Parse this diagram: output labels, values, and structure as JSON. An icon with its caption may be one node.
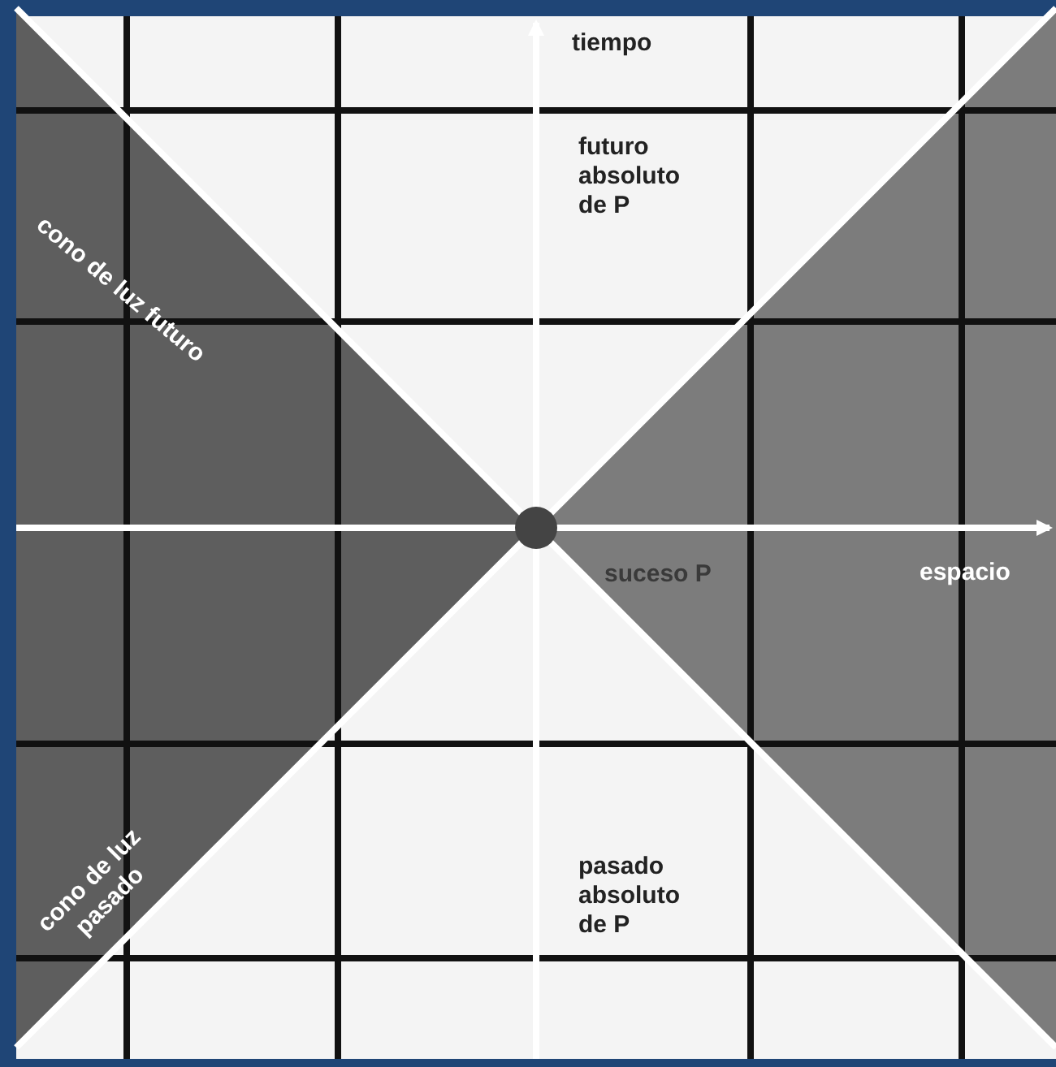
{
  "diagram": {
    "labels": [
      "tiempo",
      "futuro absoluto de P",
      "cono de luz futuro",
      "suceso P",
      "espacio",
      "cono de luz pasado",
      "pasado absoluto de P"
    ]
  }
}
